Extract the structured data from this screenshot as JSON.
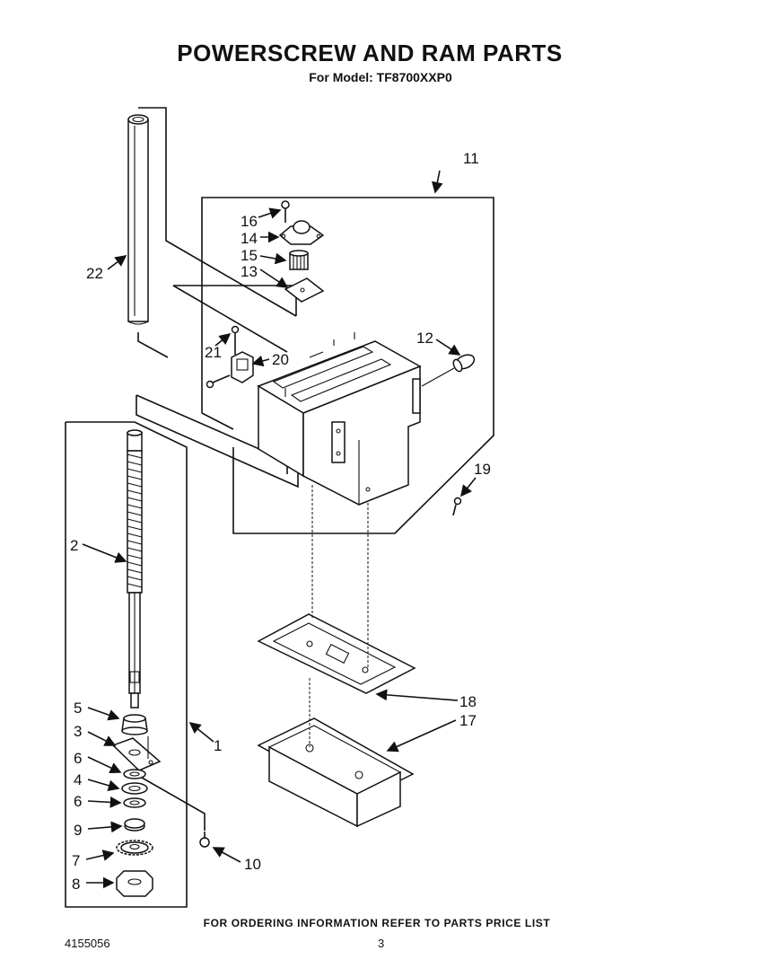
{
  "header": {
    "title": "POWERSCREW AND RAM PARTS",
    "subtitle": "For Model: TF8700XXP0"
  },
  "callouts": {
    "c1": "1",
    "c2": "2",
    "c3": "3",
    "c4": "4",
    "c5": "5",
    "c6a": "6",
    "c6b": "6",
    "c7": "7",
    "c8": "8",
    "c9": "9",
    "c10": "10",
    "c11": "11",
    "c12": "12",
    "c13": "13",
    "c14": "14",
    "c15": "15",
    "c16": "16",
    "c17": "17",
    "c18": "18",
    "c19": "19",
    "c20": "20",
    "c21": "21",
    "c22": "22"
  },
  "footer": {
    "note": "FOR ORDERING INFORMATION REFER TO PARTS PRICE LIST",
    "doc_number": "4155056",
    "page_number": "3"
  }
}
